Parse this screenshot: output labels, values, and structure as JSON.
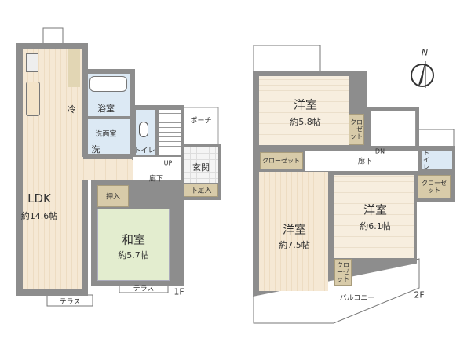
{
  "floor1": {
    "label": "1F",
    "rooms": {
      "ldk": {
        "name": "LDK",
        "size": "約14.6帖"
      },
      "washitsu": {
        "name": "和室",
        "size": "約5.7帖"
      },
      "bath": {
        "name": "浴室"
      },
      "washroom": {
        "name": "洗面室"
      },
      "washer": {
        "name": "洗"
      },
      "fridge": {
        "name": "冷"
      },
      "toilet": {
        "name": "トイレ"
      },
      "hallway": {
        "name": "廊下"
      },
      "entrance": {
        "name": "玄関"
      },
      "shoe_storage": {
        "name": "下足入"
      },
      "porch": {
        "name": "ポーチ"
      },
      "oshiire": {
        "name": "押入"
      },
      "terrace_left": {
        "name": "テラス"
      },
      "terrace_right": {
        "name": "テラス"
      },
      "stairs_up": "UP"
    }
  },
  "floor2": {
    "label": "2F",
    "rooms": {
      "western_a": {
        "name": "洋室",
        "size": "約5.8帖"
      },
      "western_b": {
        "name": "洋室",
        "size": "約7.5帖"
      },
      "western_c": {
        "name": "洋室",
        "size": "約6.1帖"
      },
      "closet_top": {
        "name": "クローゼット"
      },
      "closet_small_top": {
        "name": "クローゼット"
      },
      "closet_right": {
        "name": "クローゼット"
      },
      "closet_bottom": {
        "name": "クローゼット"
      },
      "hallway": {
        "name": "廊下"
      },
      "toilet": {
        "name": "トイレ"
      },
      "balcony": {
        "name": "バルコニー"
      },
      "stairs_down": "DN"
    }
  },
  "compass": {
    "label": "N"
  },
  "colors": {
    "wall": "#8d8d8d",
    "wood": "#f5e8d4",
    "tatami": "#e3edcf",
    "wet": "#dce9f4",
    "closet": "#d8cba9"
  }
}
